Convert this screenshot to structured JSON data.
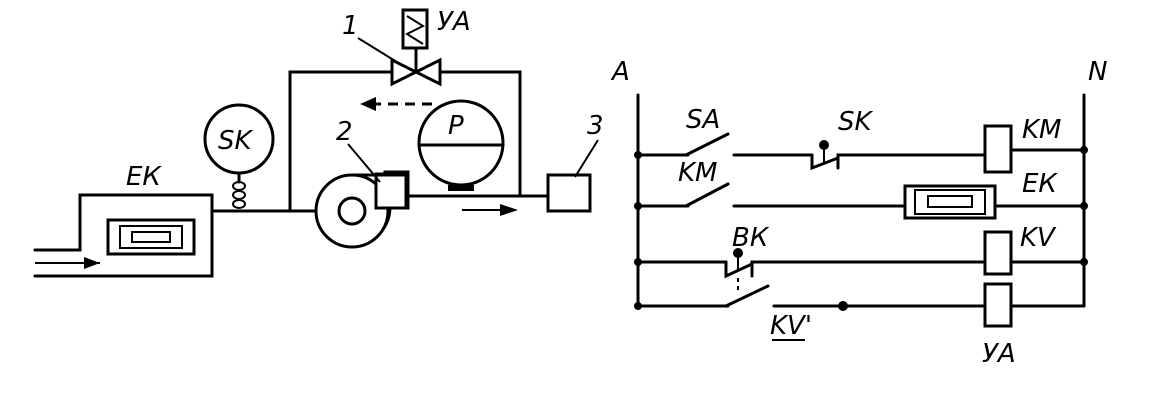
{
  "scheme": {
    "labels": {
      "valve_number": "1",
      "pump_number": "2",
      "consumer_number": "3",
      "valve_coil": "УА",
      "thermo_sensor": "SK",
      "heater": "ЕК",
      "pressure_gauge": "P"
    }
  },
  "circuit": {
    "bus_left": "A",
    "bus_right": "N",
    "switch_sa": "SA",
    "thermo_contact": "SK",
    "coil_km": "KM",
    "contact_km": "KM",
    "heater": "ЕК",
    "pressure_contact": "ВК",
    "coil_kv": "KV",
    "contact_kv": "KV'",
    "coil_ya": "УА"
  }
}
